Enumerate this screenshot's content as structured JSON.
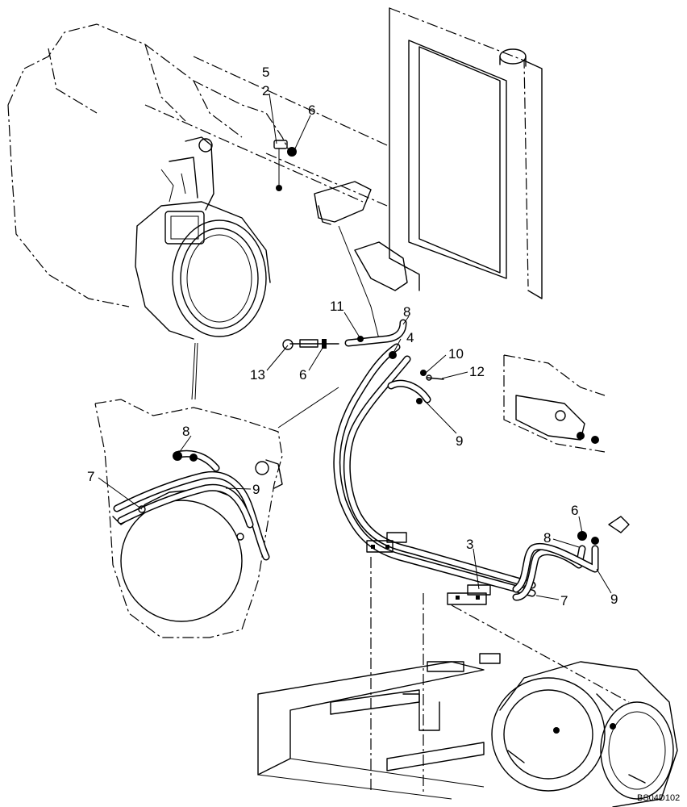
{
  "callouts": {
    "c5": "5",
    "c2": "2",
    "c6_top": "6",
    "c11": "11",
    "c8_mid": "8",
    "c4": "4",
    "c10": "10",
    "c12": "12",
    "c13": "13",
    "c6_mid": "6",
    "c9_mid": "9",
    "c8_left": "8",
    "c7_left": "7",
    "c9_left": "9",
    "c3": "3",
    "c6_right": "6",
    "c8_right": "8",
    "c7_right": "7",
    "c9_right": "9"
  },
  "drawing_code": "BS04D102"
}
